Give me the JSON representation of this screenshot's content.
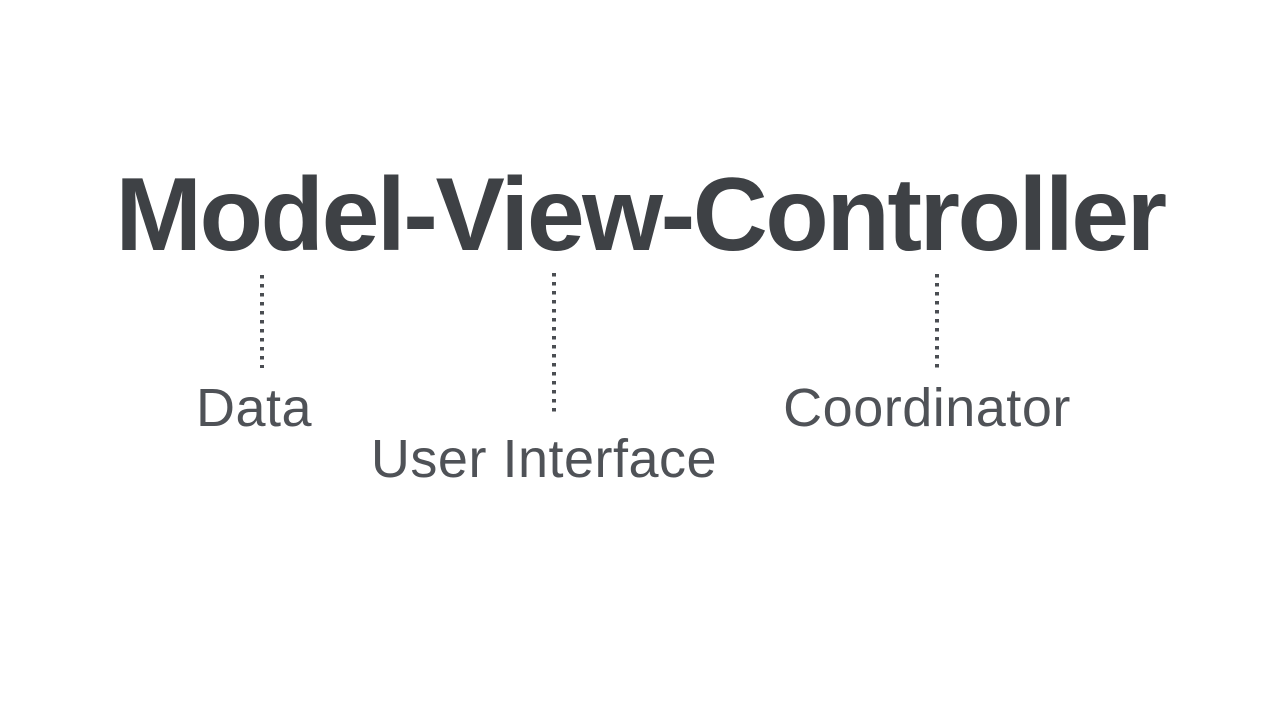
{
  "title": {
    "full": "Model-View-Controller",
    "words": [
      "Model",
      "View",
      "Controller"
    ],
    "separator": "-"
  },
  "branches": [
    {
      "term": "Model",
      "label": "Data"
    },
    {
      "term": "View",
      "label": "User Interface"
    },
    {
      "term": "Controller",
      "label": "Coordinator"
    }
  ],
  "colors": {
    "background": "#ffffff",
    "title_text": "#3e4145",
    "label_text": "#4f5257",
    "connector": "#4a4d52"
  }
}
